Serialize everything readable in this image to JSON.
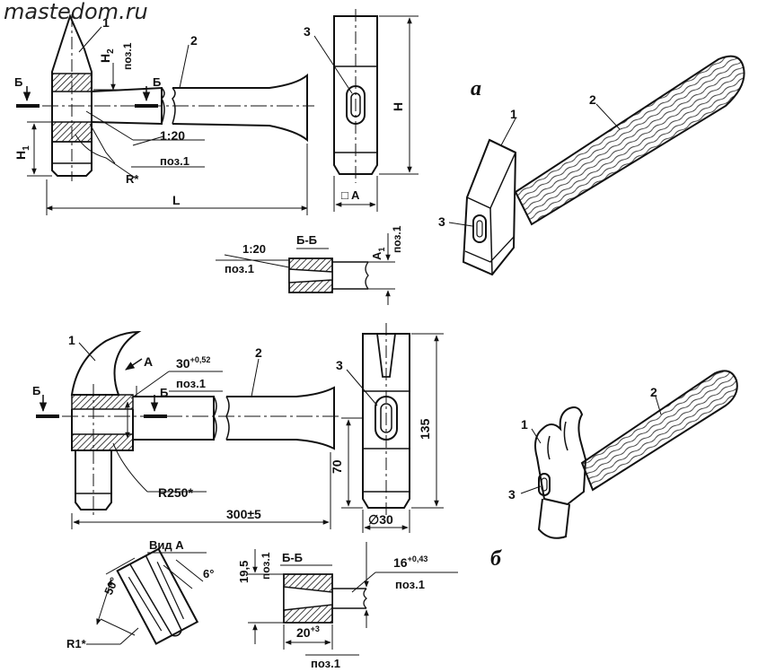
{
  "watermark": "mastedom.ru",
  "top": {
    "section_letter": "а",
    "pos1": "1",
    "pos2": "2",
    "pos3": "3",
    "h2": "H",
    "h2_sub": "2",
    "h1": "H",
    "h1_sub": "1",
    "poz1": "поз.1",
    "cut_b": "Б",
    "taper": "1:20",
    "radius": "R*",
    "length": "L",
    "height": "H",
    "square_a": "□ A",
    "section_bb": "Б-Б",
    "a1": "A",
    "a1_sub": "1"
  },
  "bottom": {
    "section_letter": "б",
    "pos1": "1",
    "pos2": "2",
    "pos3": "3",
    "view_a_arrow": "A",
    "slot_dim": "30",
    "slot_tol": "+0,52",
    "poz1": "поз.1",
    "cut_b": "Б",
    "radius": "R250*",
    "length": "300±5",
    "height": "135",
    "h70": "70",
    "diameter": "∅30",
    "view_a": "Вид А",
    "ang50": "50°",
    "ang6": "6°",
    "r1": "R1*",
    "d195": "19,5",
    "section_bb": "Б-Б",
    "d16": "16",
    "d16_tol": "+0,43",
    "d20": "20",
    "d20_tol": "+3"
  }
}
